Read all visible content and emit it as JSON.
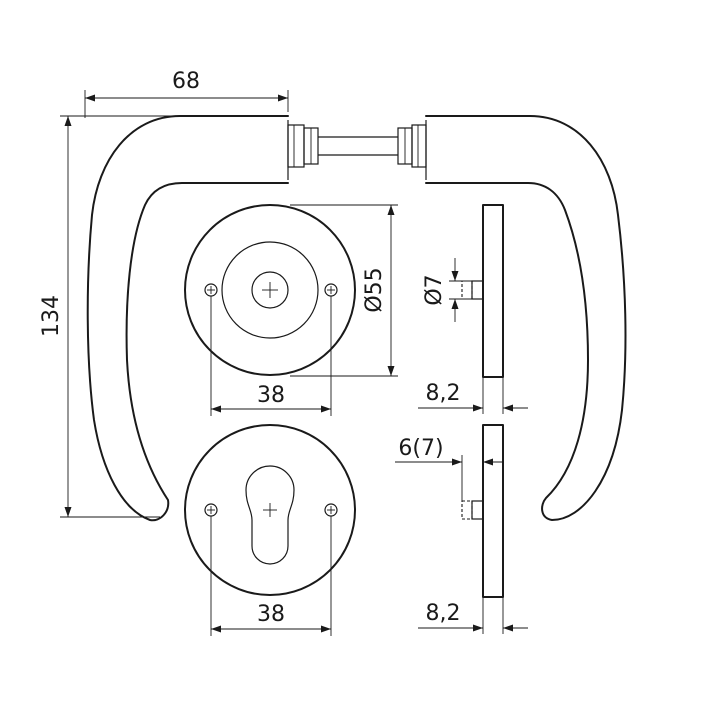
{
  "dimensions": {
    "lever_length": "68",
    "total_height": "134",
    "rose_diameter": "Ø55",
    "knob_diameter": "Ø7",
    "screw_spacing_round": "38",
    "screw_spacing_cylinder": "38",
    "rose_thickness_top": "8,2",
    "rose_thickness_bottom": "8,2",
    "rose_offset": "6(7)"
  },
  "colors": {
    "line": "#1a1a1a",
    "background": "#ffffff"
  }
}
